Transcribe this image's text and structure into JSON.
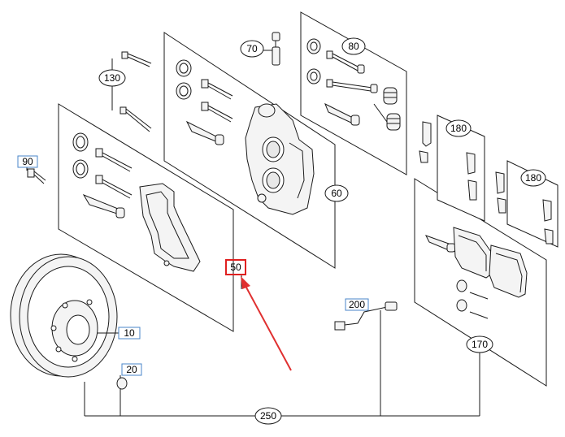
{
  "callouts": {
    "p10": "10",
    "p20": "20",
    "p50": "50",
    "p60": "60",
    "p70": "70",
    "p80": "80",
    "p90": "90",
    "p130": "130",
    "p170": "170",
    "p180a": "180",
    "p180b": "180",
    "p200": "200",
    "p250": "250"
  },
  "colors": {
    "highlight": "#e02020",
    "arrow": "#e03030",
    "label_box_border": "#4a86c8"
  }
}
